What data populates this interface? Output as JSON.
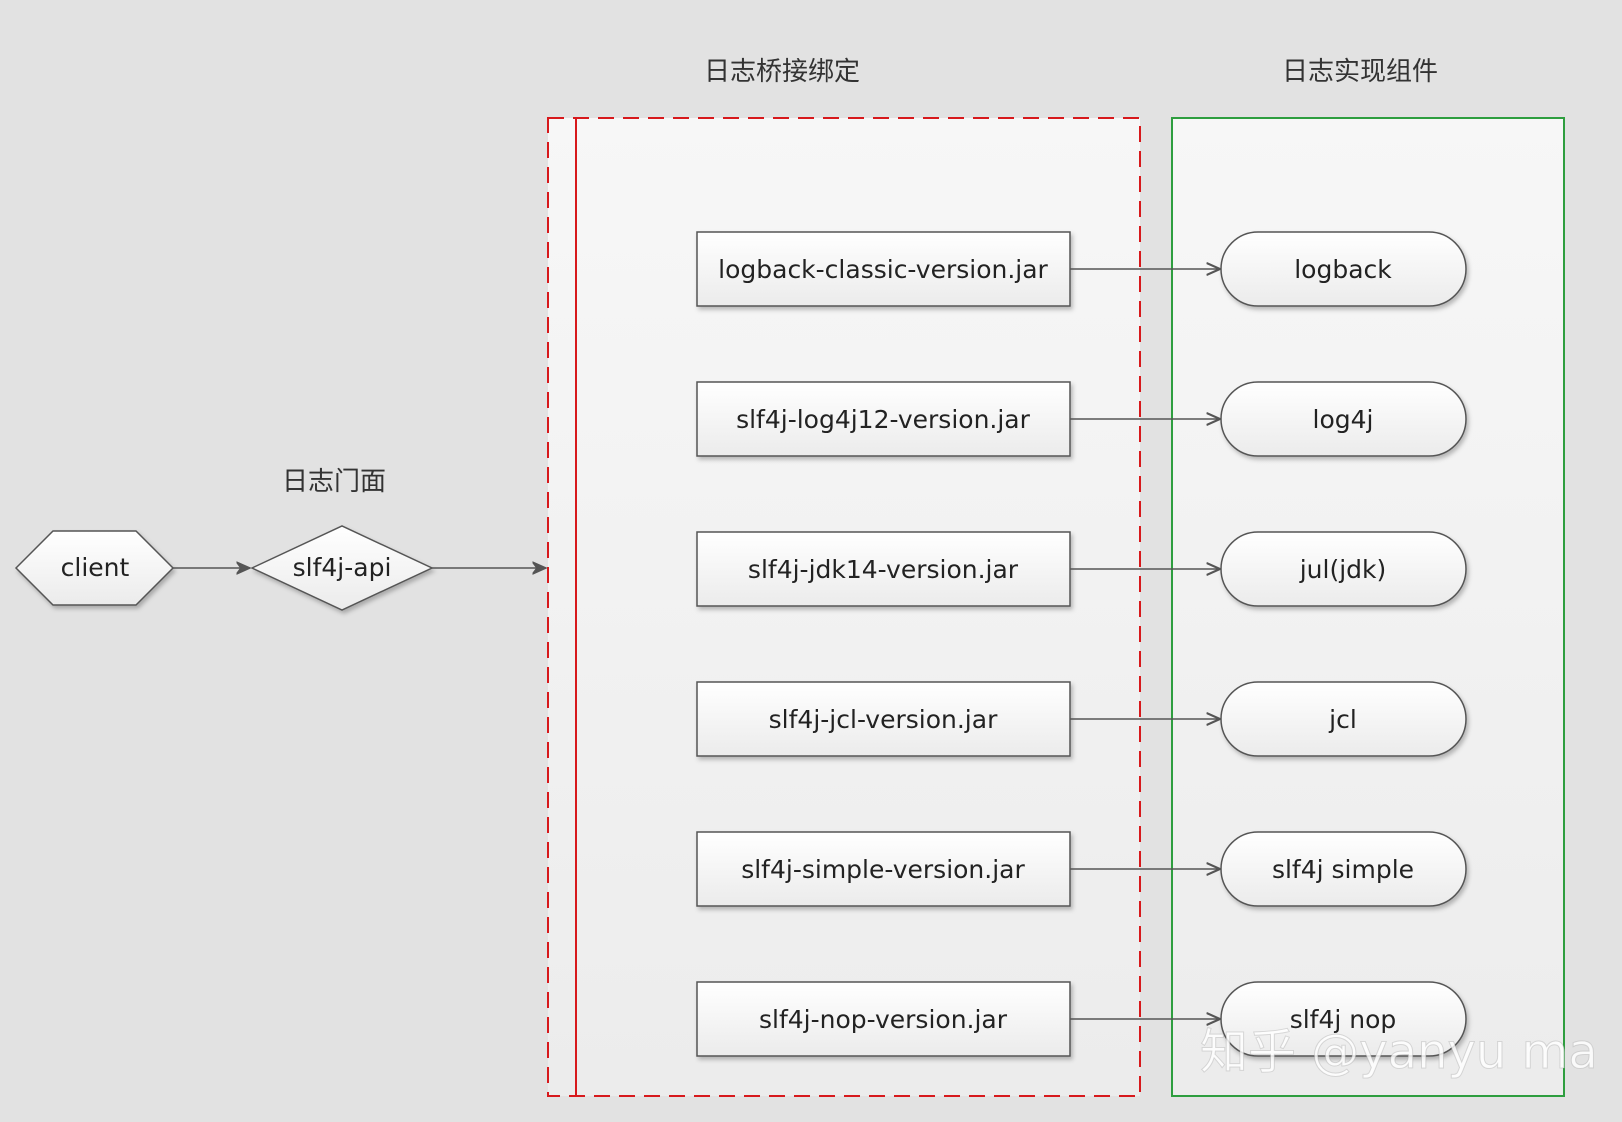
{
  "labels": {
    "facade": "日志门面",
    "bridge": "日志桥接绑定",
    "impl": "日志实现组件"
  },
  "nodes": {
    "client": "client",
    "api": "slf4j-api"
  },
  "bindings": [
    {
      "jar": "logback-classic-version.jar",
      "impl": "logback"
    },
    {
      "jar": "slf4j-log4j12-version.jar",
      "impl": "log4j"
    },
    {
      "jar": "slf4j-jdk14-version.jar",
      "impl": "jul(jdk)"
    },
    {
      "jar": "slf4j-jcl-version.jar",
      "impl": "jcl"
    },
    {
      "jar": "slf4j-simple-version.jar",
      "impl": "slf4j simple"
    },
    {
      "jar": "slf4j-nop-version.jar",
      "impl": "slf4j nop"
    }
  ],
  "watermark": "知乎 @yanyu ma",
  "colors": {
    "background": "#e2e2e2",
    "bridge_border": "#d7191c",
    "impl_border": "#2e9e3f",
    "box_border": "#555555"
  }
}
